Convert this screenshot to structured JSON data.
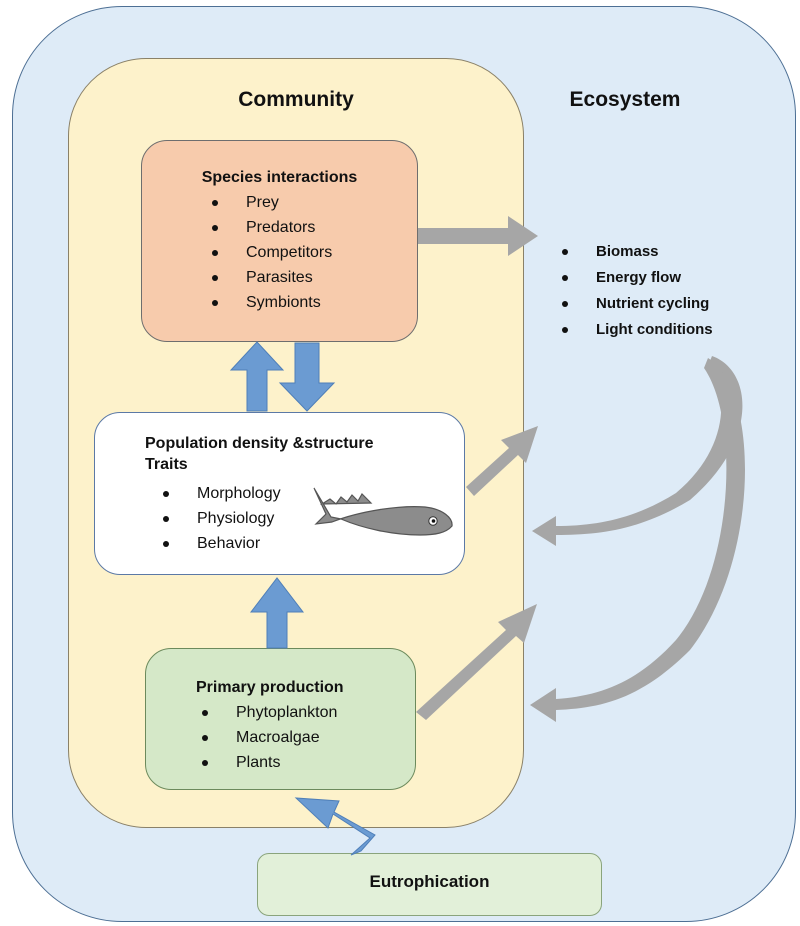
{
  "ecosystem": {
    "title": "Ecosystem",
    "items": [
      "Biomass",
      "Energy flow",
      "Nutrient cycling",
      "Light conditions"
    ]
  },
  "community": {
    "title": "Community",
    "species_interactions": {
      "title": "Species interactions",
      "items": [
        "Prey",
        "Predators",
        "Competitors",
        "Parasites",
        "Symbionts"
      ]
    },
    "population": {
      "title_line1": "Population density &structure",
      "title_line2": "Traits",
      "items": [
        "Morphology",
        "Physiology",
        "Behavior"
      ]
    },
    "primary_production": {
      "title": "Primary production",
      "items": [
        "Phytoplankton",
        "Macroalgae",
        "Plants"
      ]
    }
  },
  "eutrophication": {
    "label": "Eutrophication"
  },
  "colors": {
    "ecosystem_bg": "#deebf7",
    "community_bg": "#fdf2cb",
    "species_bg": "#f7cbac",
    "primary_bg": "#d5e8c8",
    "eutrophication_bg": "#e2f0d9",
    "blue_arrow": "#6b9bd2",
    "grey_arrow": "#a6a6a6",
    "fish": "#8c8c8c"
  },
  "icons": {
    "fish": "fish-icon"
  }
}
